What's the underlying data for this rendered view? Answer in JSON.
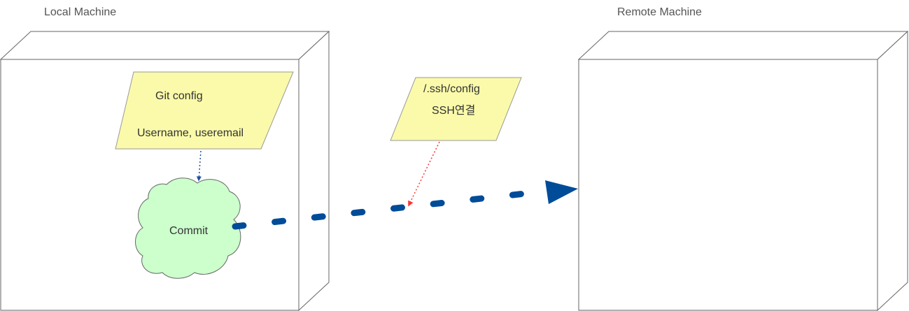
{
  "local_machine": {
    "title": "Local Machine"
  },
  "remote_machine": {
    "title": "Remote Machine"
  },
  "git_config_note": {
    "line1": "Git config",
    "line2": "Username, useremail",
    "fill": "#fafaaa"
  },
  "ssh_config_note": {
    "line1": "/.ssh/config",
    "line2": "SSH연결",
    "fill": "#fafaaa"
  },
  "commit_cloud": {
    "label": "Commit",
    "fill": "#ccffcc"
  },
  "colors": {
    "connection_arrow": "#004c99",
    "config_link": "#1f4e9e",
    "ssh_link": "#ff3333",
    "box_stroke": "#666666"
  }
}
